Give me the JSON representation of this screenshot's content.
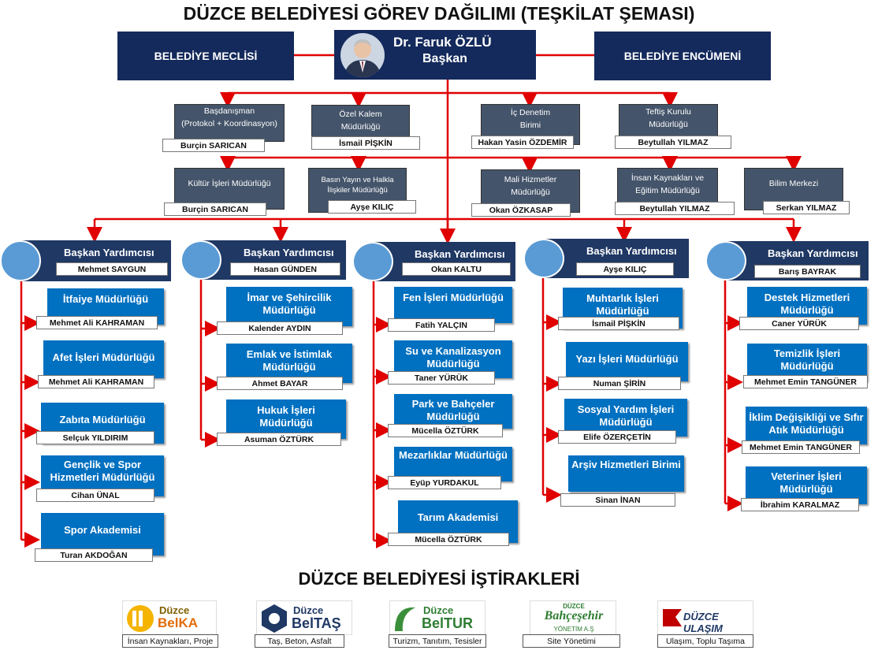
{
  "title": "DÜZCE BELEDİYESİ GÖREV DAĞILIMI (TEŞKİLAT ŞEMASI)",
  "president": {
    "name": "Dr. Faruk ÖZLÜ",
    "role": "Başkan"
  },
  "council": "BELEDİYE MECLİSİ",
  "committee": "BELEDİYE ENCÜMENİ",
  "staff_row1": [
    {
      "unit_1": "Başdanışman",
      "unit_2": "(Protokol + Koordinasyon)",
      "person": "Burçin SARICAN"
    },
    {
      "unit_1": "Özel Kalem",
      "unit_2": "Müdürlüğü",
      "person": "İsmail PİŞKİN"
    },
    {
      "unit_1": "İç Denetim",
      "unit_2": "Birimi",
      "person": "Hakan Yasin ÖZDEMİR"
    },
    {
      "unit_1": "Teftiş Kurulu",
      "unit_2": "Müdürlüğü",
      "person": "Beytullah  YILMAZ"
    }
  ],
  "staff_row2": [
    {
      "unit_1": "Kültür İşleri Müdürlüğü",
      "unit_2": "",
      "person": "Burçin SARICAN"
    },
    {
      "unit_1": "Basın Yayın ve Halkla",
      "unit_2": "İlişkiler Müdürlüğü",
      "person": "Ayşe KILIÇ"
    },
    {
      "unit_1": "Mali Hizmetler",
      "unit_2": "Müdürlüğü",
      "person": "Okan ÖZKASAP"
    },
    {
      "unit_1": "İnsan Kaynakları  ve",
      "unit_2": "Eğitim Müdürlüğü",
      "person": "Beytullah  YILMAZ"
    },
    {
      "unit_1": "Bilim Merkezi",
      "unit_2": "",
      "person": "Serkan YILMAZ"
    }
  ],
  "deputies": [
    {
      "role": "Başkan Yardımcısı",
      "name": "Mehmet SAYGUN",
      "units": [
        {
          "name": "İtfaiye Müdürlüğü",
          "person": "Mehmet Ali KAHRAMAN"
        },
        {
          "name": "Afet İşleri Müdürlüğü",
          "person": "Mehmet Ali KAHRAMAN"
        },
        {
          "name": "Zabıta Müdürlüğü",
          "person": "Selçuk YILDIRIM"
        },
        {
          "name": "Gençlik ve Spor Hizmetleri Müdürlüğü",
          "person": "Cihan ÜNAL"
        },
        {
          "name": "Spor Akademisi",
          "person": "Turan AKDOĞAN"
        }
      ]
    },
    {
      "role": "Başkan Yardımcısı",
      "name": "Hasan  GÜNDEN",
      "units": [
        {
          "name": "İmar ve Şehircilik Müdürlüğü",
          "person": "Kalender  AYDIN"
        },
        {
          "name": "Emlak ve İstimlak Müdürlüğü",
          "person": "Ahmet BAYAR"
        },
        {
          "name": "Hukuk İşleri Müdürlüğü",
          "person": "Asuman ÖZTÜRK"
        }
      ]
    },
    {
      "role": "Başkan Yardımcısı",
      "name": "Okan KALTU",
      "units": [
        {
          "name": "Fen İşleri Müdürlüğü",
          "person": "Fatih YALÇIN"
        },
        {
          "name": "Su ve Kanalizasyon Müdürlüğü",
          "person": "Taner  YÜRÜK"
        },
        {
          "name": "Park ve Bahçeler Müdürlüğü",
          "person": "Mücella  ÖZTÜRK"
        },
        {
          "name": "Mezarlıklar Müdürlüğü",
          "person": "Eyüp YURDAKUL"
        },
        {
          "name": "Tarım Akademisi",
          "person": "Mücella ÖZTÜRK"
        }
      ]
    },
    {
      "role": "Başkan Yardımcısı",
      "name": "Ayşe KILIÇ",
      "units": [
        {
          "name": "Muhtarlık İşleri Müdürlüğü",
          "person": "İsmail PİŞKİN"
        },
        {
          "name": "Yazı İşleri Müdürlüğü",
          "person": "Numan ŞİRİN"
        },
        {
          "name": "Sosyal Yardım İşleri Müdürlüğü",
          "person": "Elife ÖZERÇETİN"
        },
        {
          "name": "Arşiv Hizmetleri Birimi",
          "person": "Sinan İNAN"
        }
      ]
    },
    {
      "role": "Başkan Yardımcısı",
      "name": "Barış BAYRAK",
      "units": [
        {
          "name": "Destek Hizmetleri Müdürlüğü",
          "person": "Caner YÜRÜK"
        },
        {
          "name": "Temizlik İşleri Müdürlüğü",
          "person": "Mehmet Emin TANGÜNER"
        },
        {
          "name": "İklim Değişikliği ve Sıfır Atık Müdürlüğü",
          "person": "Mehmet Emin TANGÜNER"
        },
        {
          "name": "Veteriner İşleri Müdürlüğü",
          "person": "İbrahim KARALMAZ"
        }
      ]
    }
  ],
  "affiliates_title": "DÜZCE BELEDİYESİ İŞTİRAKLERİ",
  "affiliates": [
    {
      "logo_1": "Düzce",
      "logo_2": "BelKA",
      "caption": "İnsan Kaynakları, Proje"
    },
    {
      "logo_1": "Düzce",
      "logo_2": "BelTAŞ",
      "caption": "Taş, Beton, Asfalt"
    },
    {
      "logo_1": "Düzce",
      "logo_2": "BelTUR",
      "caption": "Turizm, Tanıtım, Tesisler"
    },
    {
      "logo_1": "DÜZCE",
      "logo_2": "Bahçeşehir",
      "logo_3": "YÖNETİM A.Ş",
      "caption": "Site Yönetimi"
    },
    {
      "logo_1": "DÜZCE ULAŞIM",
      "caption": "Ulaşım, Toplu Taşıma"
    }
  ],
  "colors": {
    "line": "#e00000",
    "navy": "#142a5c",
    "slate": "#44546a",
    "blue": "#0070c0",
    "circle": "#5b9bd5"
  }
}
